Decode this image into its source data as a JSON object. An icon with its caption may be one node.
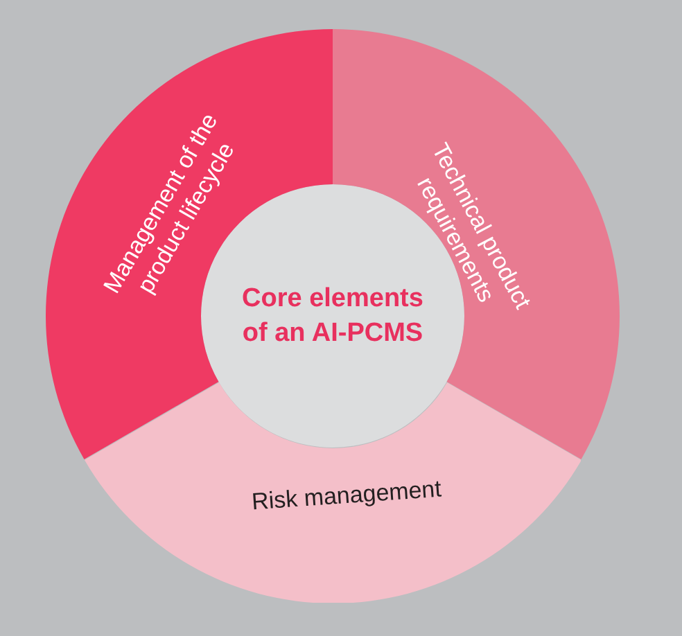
{
  "diagram": {
    "nodes": [
      {
        "text": [
          "Core elements of an AI-PCMS"
        ]
      },
      {
        "text": [
          "Management of the product lifecycle"
        ]
      },
      {
        "text": [
          "Technical product requirements"
        ]
      },
      {
        "text": [
          "Risk management"
        ]
      }
    ]
  }
}
